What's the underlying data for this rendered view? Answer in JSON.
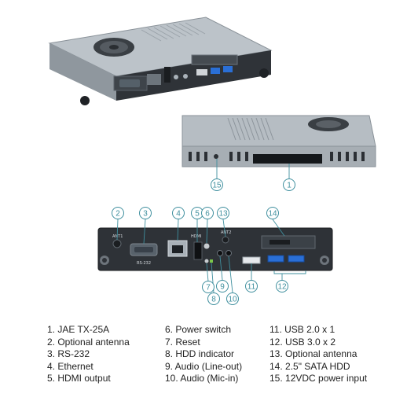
{
  "colors": {
    "callout_stroke": "#3f8f9e",
    "callout_text": "#3f8f9e",
    "chassis_top": "#b9c0c6",
    "chassis_dark": "#2b2f34",
    "usb3_blue": "#2a6fd6",
    "legend_text": "#222222"
  },
  "panel_labels": {
    "serial": "RS-232",
    "hdmi": "HDMI",
    "ant1": "ANT1",
    "ant2": "ANT2"
  },
  "callouts": [
    "2",
    "3",
    "4",
    "5",
    "6",
    "13",
    "14",
    "7",
    "8",
    "9",
    "10",
    "11",
    "12",
    "15",
    "1"
  ],
  "legend": {
    "col1": [
      "1. JAE TX-25A",
      "2. Optional antenna",
      "3. RS-232",
      "4. Ethernet",
      "5. HDMI output"
    ],
    "col2": [
      "6. Power switch",
      "7. Reset",
      "8. HDD indicator",
      "9. Audio (Line-out)",
      "10. Audio (Mic-in)"
    ],
    "col3": [
      "11. USB 2.0 x 1",
      "12. USB 3.0 x 2",
      "13. Optional antenna",
      "14. 2.5\" SATA HDD",
      "15. 12VDC power input"
    ]
  }
}
